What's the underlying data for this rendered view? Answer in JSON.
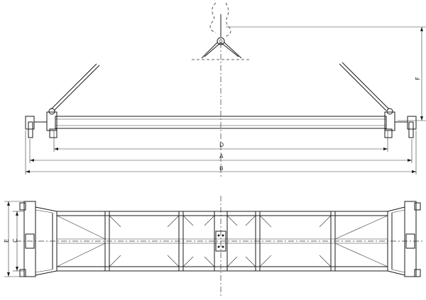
{
  "drawing": {
    "front_view": {
      "dimension_labels": {
        "D": "D",
        "A": "A",
        "B": "B",
        "F": "F"
      }
    },
    "top_view": {
      "dimension_labels": {
        "E": "E",
        "C": "C"
      }
    }
  }
}
